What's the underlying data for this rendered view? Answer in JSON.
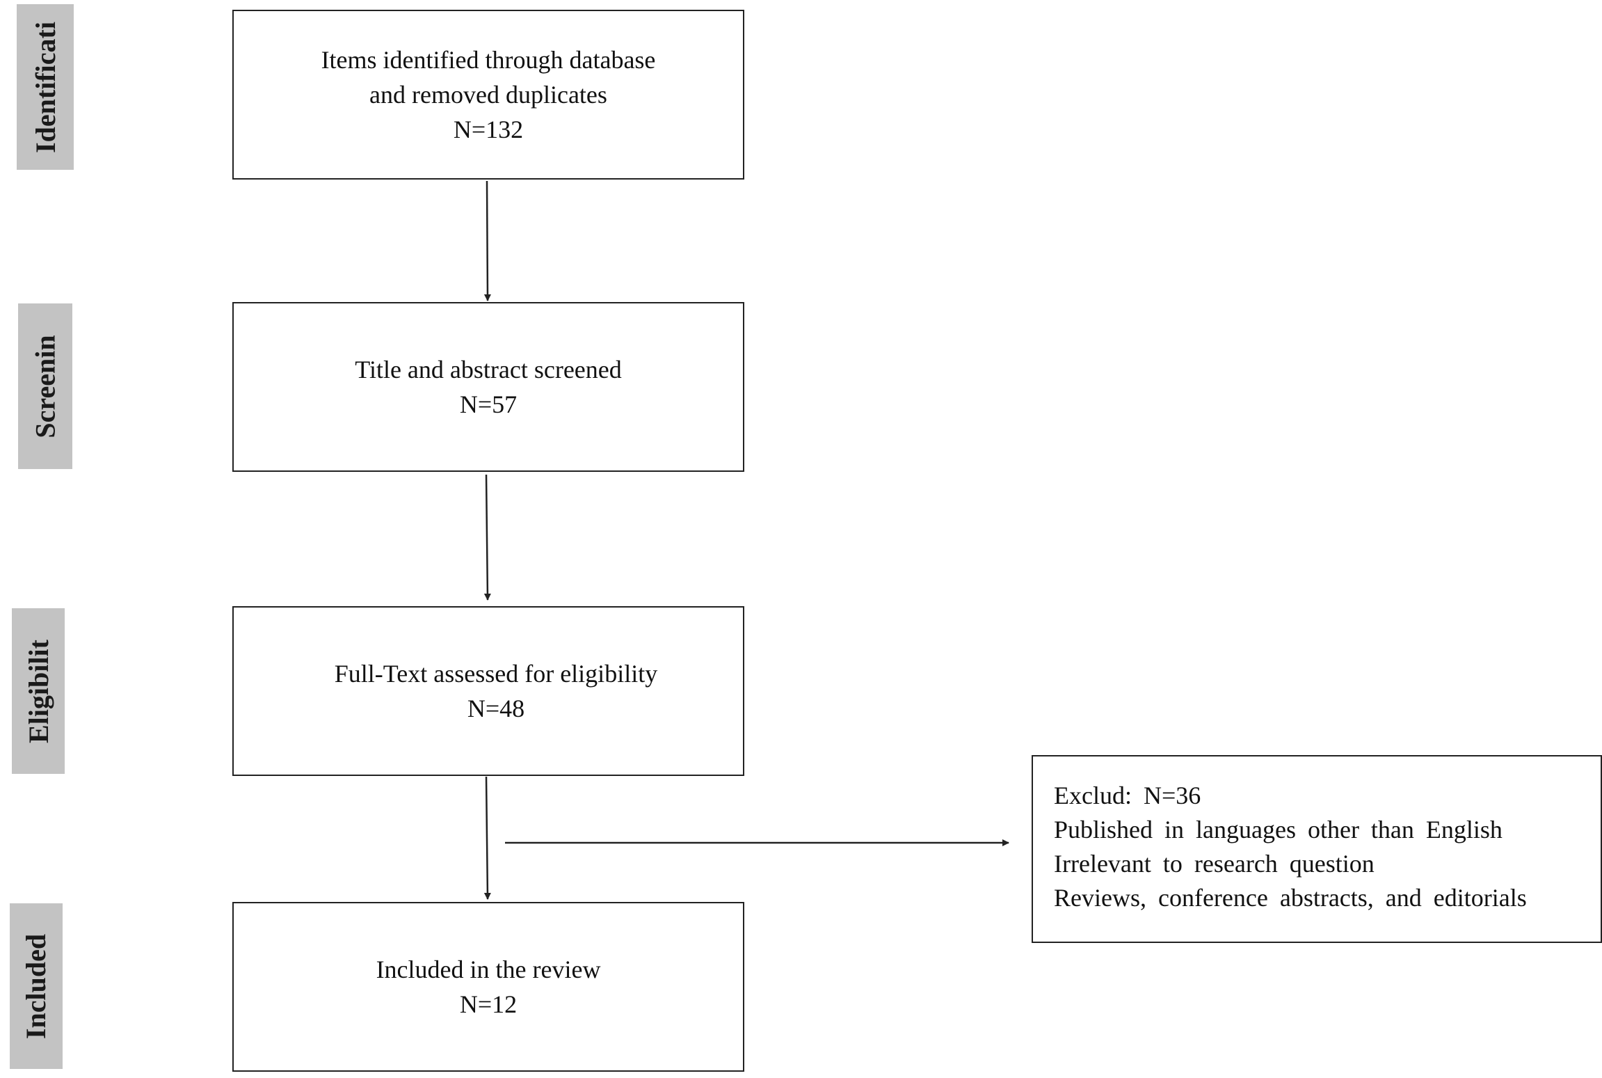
{
  "stages": [
    {
      "id": "identification",
      "label": "Identificati"
    },
    {
      "id": "screening",
      "label": "Screenin"
    },
    {
      "id": "eligibility",
      "label": "Eligibilit"
    },
    {
      "id": "included",
      "label": "Included"
    }
  ],
  "boxes": {
    "identified": {
      "lines": [
        "Items identified through database",
        "and removed duplicates",
        "N=132"
      ]
    },
    "screened": {
      "lines": [
        "Title and abstract screened",
        "N=57"
      ]
    },
    "fulltext": {
      "lines": [
        "Full-Text assessed for eligibility",
        "N=48"
      ]
    },
    "included": {
      "lines": [
        "Included in the review",
        "N=12"
      ]
    }
  },
  "excluded": {
    "lines": [
      "Exclud: N=36",
      "Published in languages other than English",
      "Irrelevant to research question",
      "Reviews, conference abstracts, and editorials"
    ]
  },
  "colors": {
    "stage_fill": "#c3c3c3",
    "border": "#222222",
    "arrow": "#222222"
  }
}
